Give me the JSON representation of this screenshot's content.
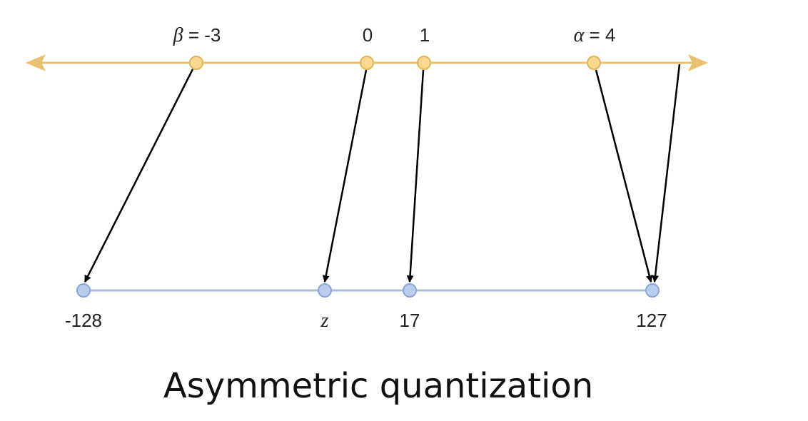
{
  "top_axis": {
    "color": "#E8C170",
    "point_fill": "#F9D98E",
    "point_stroke": "#E1B45C",
    "points": [
      {
        "sym": "β",
        "rest": " = -3"
      },
      {
        "sym": "",
        "rest": "0"
      },
      {
        "sym": "",
        "rest": "1"
      },
      {
        "sym": "α",
        "rest": " = 4"
      }
    ]
  },
  "bottom_axis": {
    "color": "#A9BEDF",
    "point_fill": "#B9CDEE",
    "point_stroke": "#8DA7D2",
    "points": [
      {
        "label": "-128"
      },
      {
        "label": "z"
      },
      {
        "label": "17"
      },
      {
        "label": "127"
      }
    ]
  },
  "arrow_color": "#000000",
  "caption": "Asymmetric quantization"
}
